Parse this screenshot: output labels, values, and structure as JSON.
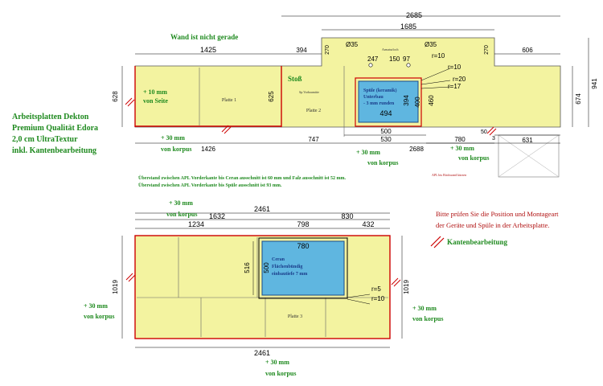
{
  "title_block": {
    "line1": "Arbeitsplatten Dekton",
    "line2": "Premium Qualität Edora",
    "line3": "2,0 cm UltraTextur",
    "line4": "inkl. Kantenbearbeitung"
  },
  "notes": {
    "overhang1": "Überstand zwischen APL Vorderkante bis Ceran ausschnitt ist 60 mm und Falz ausschnitt ist 52 mm.",
    "overhang2": "Überstand zwischen APL Vorderkante bis Spüle ausschnitt ist 93 mm.",
    "check1": "Bitte prüfen Sie die Position und Montageart",
    "check2": "der Geräte und Spüle in der Arbeitsplatte.",
    "legend_edge": "Kantenbearbeitung"
  },
  "top_plan": {
    "wall_note": "Wand ist nicht gerade",
    "plate1_label": "Platte 1",
    "plate1_note": "+ 10 mm",
    "plate1_note2": "von Seite",
    "plate2_label": "Platte 2",
    "joint_label": "Stoß",
    "small_label": "Sp.Vorbaumitte",
    "sink_line1": "Spüle (keramik)",
    "sink_line2": "Unterbau",
    "sink_line3": "- 3 mm runden",
    "faucet_note": "Armaturloch",
    "small_red_note": "APL bis Rückwand kürzen",
    "left_plus1": "+ 30 mm",
    "left_plus2": "von korpus",
    "mid_plus1": "+ 30 mm",
    "mid_plus2": "von korpus",
    "right_plus1": "+ 30 mm",
    "right_plus2": "von korpus",
    "dims": {
      "total_top": "2685",
      "upper_top": "1685",
      "left_width": "1425",
      "step_394": "394",
      "right_606": "606",
      "h_941": "941",
      "h_674": "674",
      "h_270a": "270",
      "h_270b": "270",
      "h_628": "628",
      "h_625": "625",
      "d35a": "Ø35",
      "d35b": "Ø35",
      "d247": "247",
      "d150": "150",
      "d97": "97",
      "r10a": "r=10",
      "r10b": "r=10",
      "r20": "r=20",
      "r17": "r=17",
      "sink_w": "494",
      "sink_h": "394",
      "h_400": "400",
      "h_460": "460",
      "b500": "500",
      "b530": "530",
      "b747": "747",
      "b1426": "1426",
      "b2688": "2688",
      "b780": "780",
      "b631": "631",
      "b50": "50",
      "b3": "3"
    }
  },
  "bottom_plan": {
    "plate3_label": "Platte 3",
    "ceran_line1": "Ceran",
    "ceran_line2": "Flächenbündig",
    "ceran_line3": "einbautiefe 7 mm",
    "top_plus1": "+ 30 mm",
    "top_plus2": "von korpus",
    "left_plus1": "+ 30 mm",
    "left_plus2": "von korpus",
    "right_plus1": "+ 30 mm",
    "right_plus2": "von korpus",
    "bottom_plus1": "+ 30 mm",
    "bottom_plus2": "von korpus",
    "dims": {
      "w_top": "2461",
      "w_bottom": "2461",
      "d1632": "1632",
      "d830": "830",
      "d1234": "1234",
      "d798": "798",
      "d432": "432",
      "ceran_w": "780",
      "ceran_h": "500",
      "h516": "516",
      "h1019a": "1019",
      "h1019b": "1019",
      "r5": "r=5",
      "r10": "r=10"
    }
  }
}
